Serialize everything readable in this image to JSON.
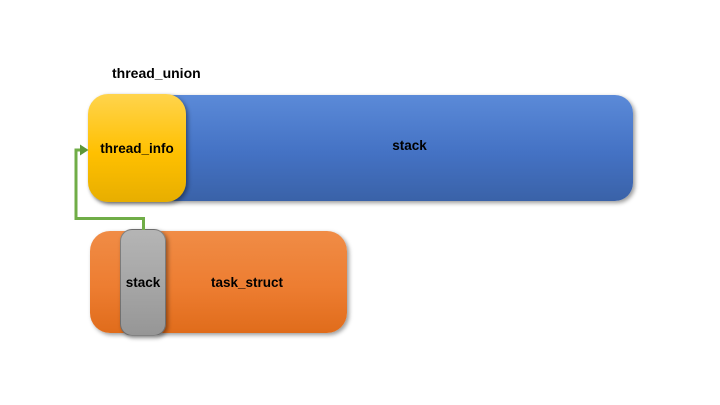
{
  "diagram": {
    "title_label": "thread_union",
    "thread_union": {
      "thread_info_label": "thread_info",
      "stack_label": "stack"
    },
    "task_struct": {
      "box_label": "task_struct",
      "stack_field_label": "stack"
    },
    "arrow": {
      "from": "task_struct stack field",
      "to": "thread_info box",
      "style": "elbow-connector"
    },
    "colors": {
      "stack_box_blue": "#4472C4",
      "thread_info_gold": "#FFC000",
      "task_struct_orange": "#ED7D31",
      "stack_field_gray": "#A5A5A5",
      "arrow_green": "#70AD47",
      "text": "#000000",
      "background": "#FFFFFF"
    }
  }
}
